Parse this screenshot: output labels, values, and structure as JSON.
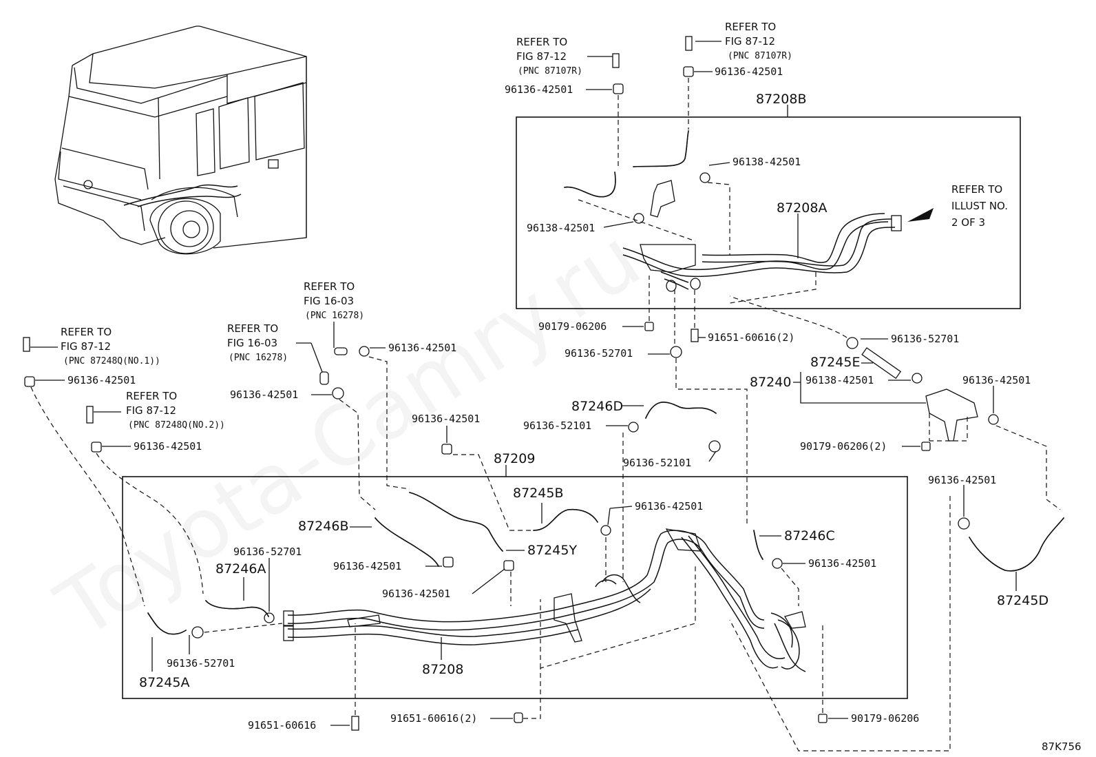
{
  "watermark": "Toyota-Camry.ru",
  "figure_id": "87K756",
  "parts": {
    "p87208B": "87208B",
    "p87208A": "87208A",
    "p87209": "87209",
    "p87208": "87208",
    "p87240": "87240",
    "p87245E": "87245E",
    "p87246D": "87246D",
    "p87245B": "87245B",
    "p87245Y": "87245Y",
    "p87246B": "87246B",
    "p87246A": "87246A",
    "p87245A": "87245A",
    "p87246C": "87246C",
    "p87245D": "87245D"
  },
  "clips": {
    "c1": "96136-42501",
    "c2": "96136-42501",
    "c3": "96138-42501",
    "c4": "96138-42501",
    "c5": "90179-06206",
    "c6": "91651-60616(2)",
    "c7": "96136-52701",
    "c8": "96136-52701",
    "c9": "96138-42501",
    "c10": "96136-42501",
    "c11": "90179-06206(2)",
    "c12": "96136-52101",
    "c13": "96136-52101",
    "c14": "96136-42501",
    "c15": "96136-42501",
    "c16": "96136-42501",
    "c17": "96136-42501",
    "c18": "96136-42501",
    "c19": "96136-52701",
    "c20": "96136-42501",
    "c21": "96136-42501",
    "c22": "96136-42501",
    "c23": "96136-52701",
    "c24": "96136-42501",
    "c25": "91651-60616",
    "c26": "91651-60616(2)",
    "c27": "90179-06206"
  },
  "refs": {
    "r1": {
      "line1": "REFER TO",
      "line2": "FIG 87-12",
      "line3": "(PNC 87107R)"
    },
    "r2": {
      "line1": "REFER TO",
      "line2": "FIG 87-12",
      "line3": "(PNC 87107R)"
    },
    "r3": {
      "line1": "REFER TO",
      "line2": "ILLUST NO.",
      "line3": "2 OF 3"
    },
    "r4": {
      "line1": "REFER TO",
      "line2": "FIG 16-03",
      "line3": "(PNC 16278)"
    },
    "r5": {
      "line1": "REFER TO",
      "line2": "FIG 16-03",
      "line3": "(PNC 16278)"
    },
    "r6": {
      "line1": "REFER TO",
      "line2": "FIG 87-12",
      "line3": "(PNC 87248Q(NO.1))"
    },
    "r7": {
      "line1": "REFER TO",
      "line2": "FIG 87-12",
      "line3": "(PNC 87248Q(NO.2))"
    }
  }
}
